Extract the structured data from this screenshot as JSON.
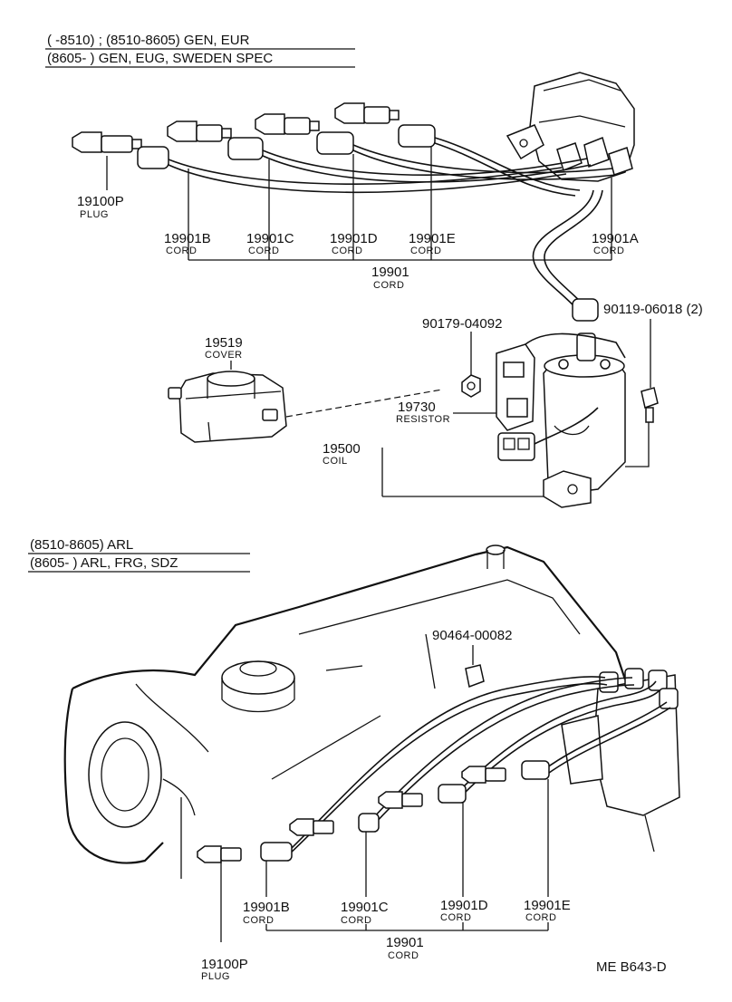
{
  "header_top": {
    "line1": "(      -8510) ; (8510-8605) GEN, EUR",
    "line2": "(8605-         ) GEN, EUG, SWEDEN SPEC"
  },
  "header_bottom": {
    "line1": "(8510-8605) ARL",
    "line2": "(8605-         ) ARL, FRG, SDZ"
  },
  "top": {
    "plug": {
      "part": "19100P",
      "name": "PLUG"
    },
    "cord_b": {
      "part": "19901B",
      "name": "CORD"
    },
    "cord_c": {
      "part": "19901C",
      "name": "CORD"
    },
    "cord_d": {
      "part": "19901D",
      "name": "CORD"
    },
    "cord_e": {
      "part": "19901E",
      "name": "CORD"
    },
    "cord_a": {
      "part": "19901A",
      "name": "CORD"
    },
    "cord_set": {
      "part": "19901",
      "name": "CORD"
    },
    "cover": {
      "part": "19519",
      "name": "COVER"
    },
    "nut": {
      "part": "90179-04092"
    },
    "bolt": {
      "part": "90119-06018 (2)"
    },
    "resistor": {
      "part": "19730",
      "name": "RESISTOR"
    },
    "coil": {
      "part": "19500",
      "name": "COIL"
    }
  },
  "bottom": {
    "clamp": {
      "part": "90464-00082"
    },
    "cord_b": {
      "part": "19901B",
      "name": "CORD"
    },
    "cord_c": {
      "part": "19901C",
      "name": "CORD"
    },
    "cord_d": {
      "part": "19901D",
      "name": "CORD"
    },
    "cord_e": {
      "part": "19901E",
      "name": "CORD"
    },
    "cord_set": {
      "part": "19901",
      "name": "CORD"
    },
    "plug": {
      "part": "19100P",
      "name": "PLUG"
    }
  },
  "figure_code": "ME B643-D"
}
